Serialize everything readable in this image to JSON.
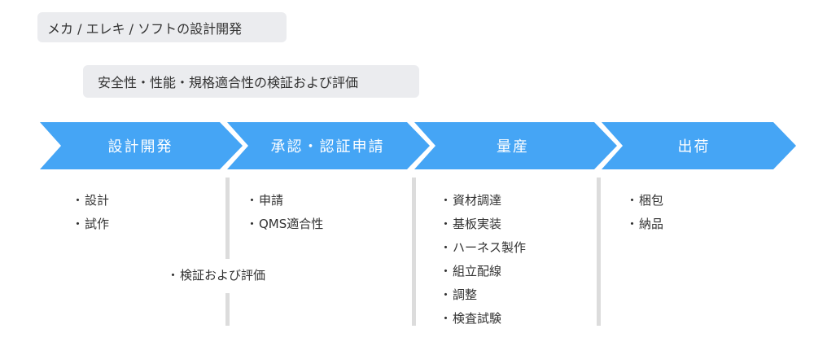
{
  "tags": {
    "scope": "メカ / エレキ / ソフトの設計開発",
    "verification": "安全性・性能・規格適合性の検証および評価"
  },
  "colors": {
    "stage_fill": "#45a5f5",
    "stage_text": "#ffffff",
    "tag_bg": "#ebecef",
    "divider": "#dcdcdc",
    "text": "#333333"
  },
  "stages": [
    {
      "label": "設計開発",
      "items": [
        "設計",
        "試作"
      ]
    },
    {
      "label": "承認・認証申請",
      "items": [
        "申請",
        "QMS適合性"
      ]
    },
    {
      "label": "量産",
      "items": [
        "資材調達",
        "基板実装",
        "ハーネス製作",
        "組立配線",
        "調整",
        "検査試験"
      ]
    },
    {
      "label": "出荷",
      "items": [
        "梱包",
        "納品"
      ]
    }
  ],
  "cross_stage_item": "検証および評価",
  "bullet": "・"
}
